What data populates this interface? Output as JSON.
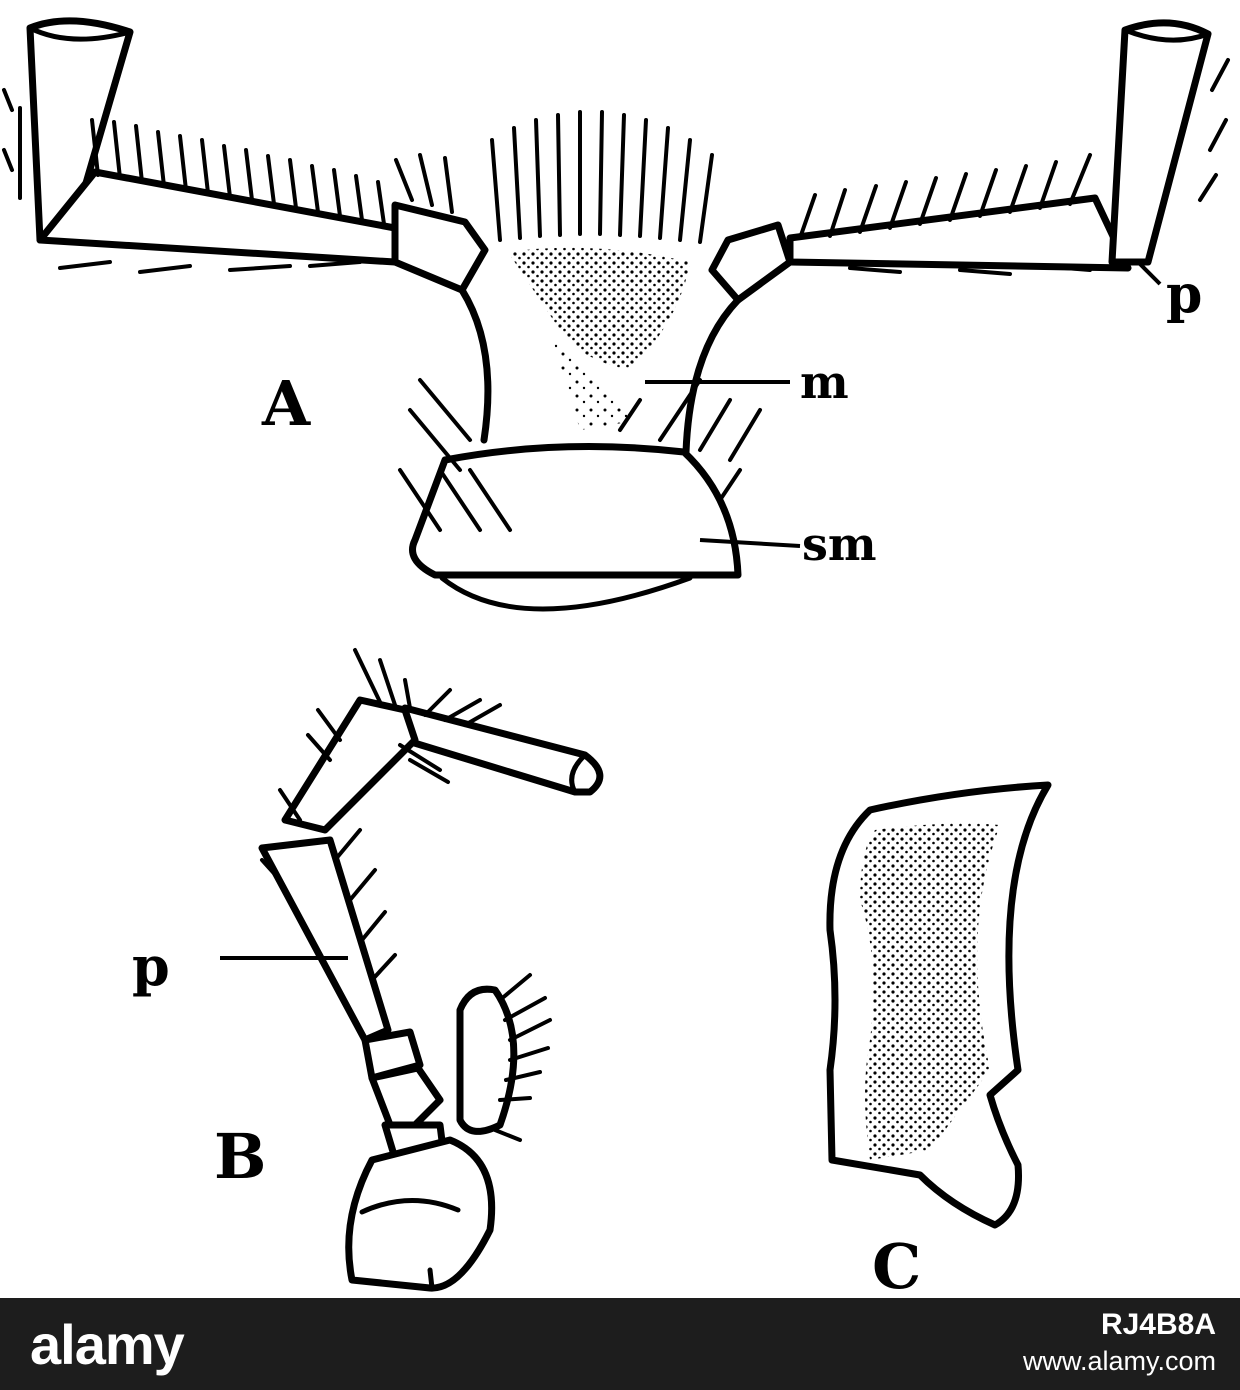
{
  "figure": {
    "labels": {
      "A": "A",
      "B": "B",
      "C": "C",
      "m": "m",
      "sm": "sm",
      "p_top": "p",
      "p_left": "p"
    }
  },
  "footer": {
    "brand": "alamy",
    "stock_id": "RJ4B8A",
    "site": "www.alamy.com"
  }
}
